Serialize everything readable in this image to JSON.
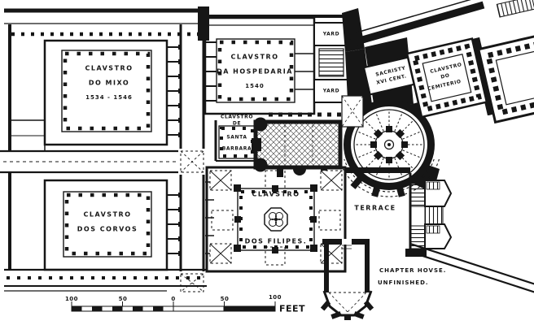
{
  "plan": {
    "cloisters": {
      "mixo": {
        "title_line1": "CLAVSTRO",
        "title_line2": "DO MIXO",
        "date": "1534 - 1546"
      },
      "hospedaria": {
        "title_line1": "CLAVSTRO",
        "title_line2": "DA HOSPEDARIA",
        "date": "1540"
      },
      "santa_barbara": {
        "title_line1": "CLAVSTRO",
        "title_line2": "DE",
        "title_line3": "SANTA",
        "title_line4": "BARBARA"
      },
      "cemiterio": {
        "title_line1": "CLAVSTRO",
        "title_line2": "DO",
        "title_line3": "CEMITERIO"
      },
      "corvos": {
        "title_line1": "CLAVSTRO",
        "title_line2": "DOS CORVOS"
      },
      "filipes": {
        "title_line1": "CLAVSTRO",
        "title_line2": "DOS FILIPES."
      }
    },
    "rooms": {
      "yard_upper": "YARD",
      "yard_lower": "YARD",
      "sacristy_line1": "SACRISTY",
      "sacristy_line2": "XVI CENT.",
      "terrace": "TERRACE",
      "chapter_house_line1": "CHAPTER HOVSE.",
      "chapter_house_line2": "UNFINISHED."
    },
    "scale_bar": {
      "ticks": [
        "100",
        "50",
        "0",
        "50",
        "100"
      ],
      "unit": "FEET"
    },
    "colors": {
      "ink": "#161616",
      "paper": "#ffffff"
    }
  }
}
